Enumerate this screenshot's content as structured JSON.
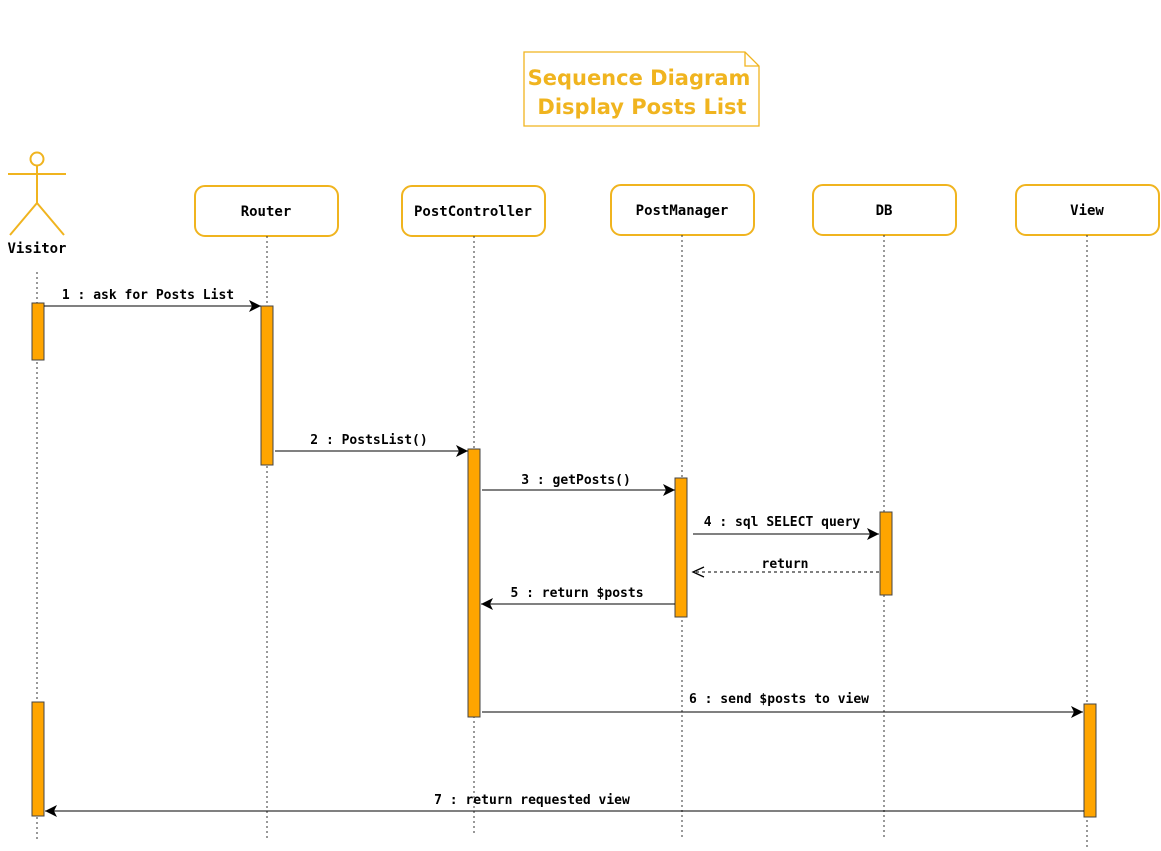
{
  "title": {
    "line1": "Sequence Diagram",
    "line2": "Display Posts List"
  },
  "actor": {
    "label": "Visitor",
    "icon": "stick-figure-icon"
  },
  "participants": [
    {
      "id": "router",
      "label": "Router"
    },
    {
      "id": "postcontroller",
      "label": "PostController"
    },
    {
      "id": "postmanager",
      "label": "PostManager"
    },
    {
      "id": "db",
      "label": "DB"
    },
    {
      "id": "view",
      "label": "View"
    }
  ],
  "messages": [
    {
      "id": "msg1",
      "label": "1 : ask for Posts List",
      "from": "visitor",
      "to": "router",
      "kind": "call"
    },
    {
      "id": "msg2",
      "label": "2 : PostsList()",
      "from": "router",
      "to": "postcontroller",
      "kind": "call"
    },
    {
      "id": "msg3",
      "label": "3 : getPosts()",
      "from": "postcontroller",
      "to": "postmanager",
      "kind": "call"
    },
    {
      "id": "msg4",
      "label": "4 : sql SELECT query",
      "from": "postmanager",
      "to": "db",
      "kind": "call"
    },
    {
      "id": "msg-return",
      "label": "return",
      "from": "db",
      "to": "postmanager",
      "kind": "return"
    },
    {
      "id": "msg5",
      "label": "5 : return $posts",
      "from": "postmanager",
      "to": "postcontroller",
      "kind": "call"
    },
    {
      "id": "msg6",
      "label": "6 : send $posts to view",
      "from": "postcontroller",
      "to": "view",
      "kind": "call"
    },
    {
      "id": "msg7",
      "label": "7 : return requested view",
      "from": "view",
      "to": "visitor",
      "kind": "call"
    }
  ],
  "colors": {
    "accent": "#F0B41F",
    "activation": "#FFA500",
    "line": "#000000",
    "lifeline": "#333333"
  }
}
